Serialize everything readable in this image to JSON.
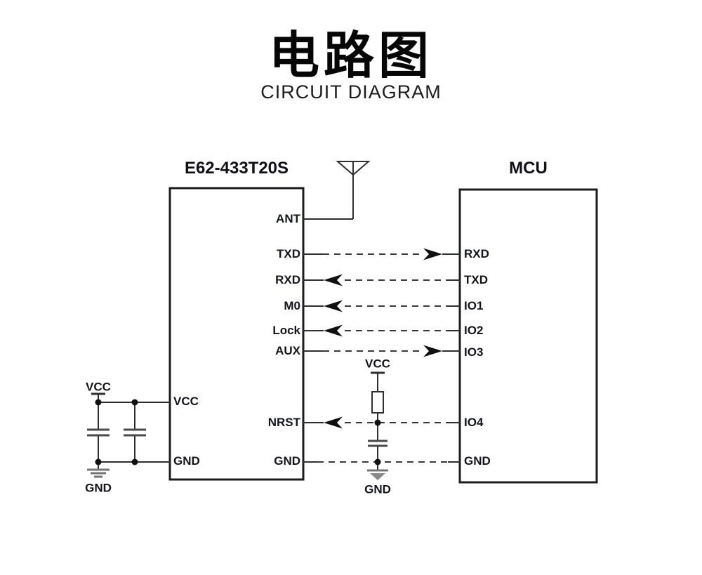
{
  "header": {
    "title_zh": "电路图",
    "title_en": "CIRCUIT DIAGRAM"
  },
  "modules": {
    "e62": {
      "name": "E62-433T20S",
      "pins_right": [
        "ANT",
        "TXD",
        "RXD",
        "M0",
        "Lock",
        "AUX",
        "NRST",
        "GND"
      ],
      "pins_left": [
        "VCC",
        "GND"
      ]
    },
    "mcu": {
      "name": "MCU",
      "pins_left": [
        "RXD",
        "TXD",
        "IO1",
        "IO2",
        "IO3",
        "IO4",
        "GND"
      ]
    }
  },
  "power": {
    "vcc_left": "VCC",
    "gnd_left": "GND",
    "vcc_mid": "VCC",
    "gnd_mid": "GND"
  },
  "connections": [
    {
      "from": "E62-433T20S.ANT",
      "to": "antenna",
      "style": "solid",
      "arrow": "none"
    },
    {
      "from": "E62-433T20S.TXD",
      "to": "MCU.RXD",
      "style": "dashed",
      "arrow": "toward-mcu"
    },
    {
      "from": "MCU.TXD",
      "to": "E62-433T20S.RXD",
      "style": "dashed",
      "arrow": "toward-module"
    },
    {
      "from": "MCU.IO1",
      "to": "E62-433T20S.M0",
      "style": "dashed",
      "arrow": "toward-module"
    },
    {
      "from": "MCU.IO2",
      "to": "E62-433T20S.Lock",
      "style": "dashed",
      "arrow": "toward-module"
    },
    {
      "from": "E62-433T20S.AUX",
      "to": "MCU.IO3",
      "style": "dashed",
      "arrow": "toward-mcu"
    },
    {
      "from": "MCU.IO4",
      "to": "E62-433T20S.NRST",
      "style": "dashed",
      "arrow": "toward-module",
      "note": "pull-up resistor to VCC, capacitor to GND"
    },
    {
      "from": "E62-433T20S.GND",
      "to": "MCU.GND",
      "style": "dashed",
      "arrow": "none"
    },
    {
      "from": "VCC",
      "to": "E62-433T20S.VCC",
      "style": "solid",
      "note": "two decoupling capacitors to GND"
    }
  ],
  "colors": {
    "background": "#ffffff",
    "text": "#14141f",
    "line": "#2f2f2f",
    "dashed_line": "#3a3a3a",
    "ground_symbol": "#757575"
  }
}
